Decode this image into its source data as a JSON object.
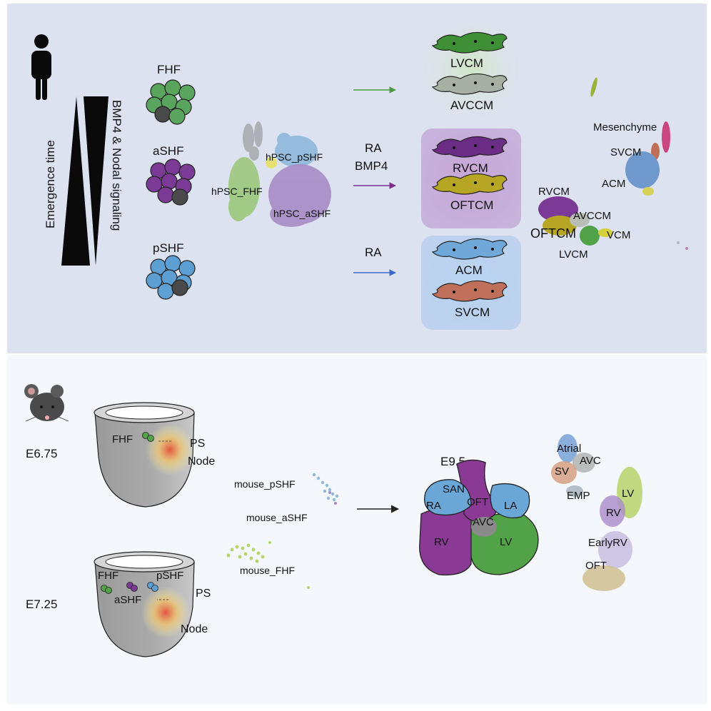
{
  "panels": {
    "human": {
      "emergence_label": "Emergence time",
      "signaling_label": "BMP4 & Nodal signaling",
      "progenitors": [
        "FHF",
        "aSHF",
        "pSHF"
      ],
      "umap_labels": [
        "hPSC_pSHF",
        "hPSC_FHF",
        "hPSC_aSHF"
      ],
      "treatments": {
        "aSHF_line1": "RA",
        "aSHF_line2": "BMP4",
        "pSHF": "RA"
      },
      "cell_types": [
        "LVCM",
        "AVCCM",
        "RVCM",
        "OFTCM",
        "ACM",
        "SVCM"
      ],
      "cluster_labels": [
        "Mesenchyme",
        "SVCM",
        "ACM",
        "RVCM",
        "AVCCM",
        "OFTCM",
        "VCM",
        "LVCM"
      ]
    },
    "mouse": {
      "stages": [
        "E6.75",
        "E7.25"
      ],
      "embryo1_labels": {
        "fhf": "FHF",
        "ps": "PS",
        "node": "Node"
      },
      "embryo2_labels": {
        "fhf": "FHF",
        "ashf": "aSHF",
        "pshf": "pSHF",
        "ps": "PS",
        "node": "Node"
      },
      "umap_labels": [
        "mouse_pSHF",
        "mouse_aSHF",
        "mouse_FHF"
      ],
      "heart_stage": "E9.5",
      "heart_regions": [
        "SAN",
        "RA",
        "OFT",
        "LA",
        "AVC",
        "RV",
        "LV"
      ],
      "cluster_labels": [
        "Atrial",
        "AVC",
        "SV",
        "EMP",
        "LV",
        "RV",
        "EarlyRV",
        "OFT"
      ]
    }
  },
  "colors": {
    "human_panel_bg": "#dde2f0",
    "mouse_panel_bg": "#f4f7fb",
    "fhf": "#5aa55e",
    "ashf": "#7b3a96",
    "pshf": "#5d9fd3",
    "dark_cell": "#4a4a4a",
    "lvcm": "#3f8f36",
    "avccm": "#a8b0a4",
    "rvcm": "#6b2c86",
    "oftcm": "#b6a623",
    "acm": "#6fa8d9",
    "svcm": "#c0705a",
    "embryo": "#a8a8a8",
    "heart_atrium": "#6aa6d6",
    "heart_outflow": "#8a3a94",
    "heart_lv": "#52a247",
    "heart_avc": "#8a8a8a"
  }
}
